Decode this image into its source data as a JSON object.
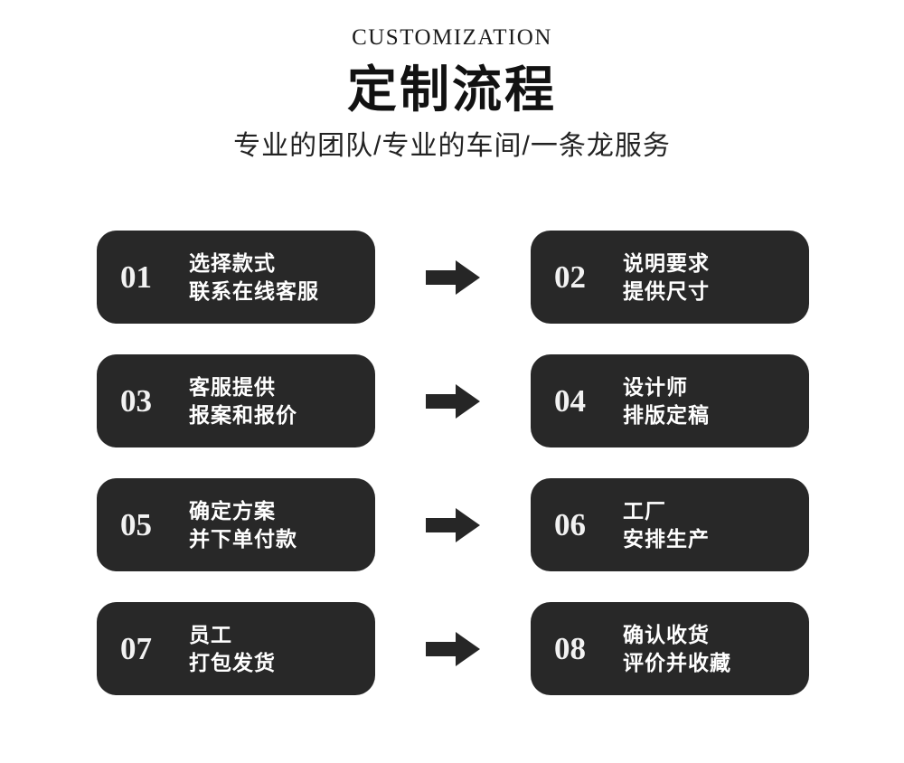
{
  "header": {
    "eyebrow": "CUSTOMIZATION",
    "title": "定制流程",
    "subtitle": "专业的团队/专业的车间/一条龙服务"
  },
  "colors": {
    "background": "#ffffff",
    "card": "#282828",
    "card_text": "#ffffff",
    "number_text": "#f2f2f2",
    "arrow": "#262626",
    "title_text": "#121212"
  },
  "flow": {
    "arrow_icon": "arrow-right-icon",
    "rows": [
      {
        "left": {
          "number": "01",
          "line1": "选择款式",
          "line2": "联系在线客服"
        },
        "right": {
          "number": "02",
          "line1": "说明要求",
          "line2": "提供尺寸"
        }
      },
      {
        "left": {
          "number": "03",
          "line1": "客服提供",
          "line2": "报案和报价"
        },
        "right": {
          "number": "04",
          "line1": "设计师",
          "line2": "排版定稿"
        }
      },
      {
        "left": {
          "number": "05",
          "line1": "确定方案",
          "line2": "并下单付款"
        },
        "right": {
          "number": "06",
          "line1": "工厂",
          "line2": "安排生产"
        }
      },
      {
        "left": {
          "number": "07",
          "line1": "员工",
          "line2": "打包发货"
        },
        "right": {
          "number": "08",
          "line1": "确认收货",
          "line2": "评价并收藏"
        }
      }
    ]
  }
}
